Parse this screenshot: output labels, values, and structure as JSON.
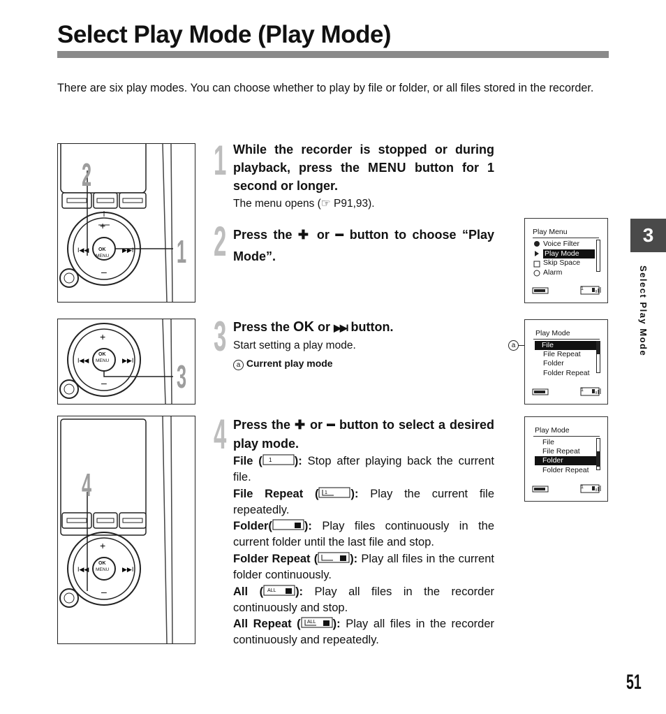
{
  "title": "Select Play Mode (Play Mode)",
  "intro": "There are six play modes. You can choose whether to play by file or folder, or all files stored in the recorder.",
  "figure_labels": {
    "fig1_top": "2",
    "fig1_right": "1",
    "fig2": "3",
    "fig3": "4",
    "ok": "OK",
    "menu": "MENU"
  },
  "steps": [
    {
      "num": "1",
      "heading_before": "While the recorder is stopped or during playback, press the ",
      "heading_key": "MENU",
      "heading_after": " button for 1 second or longer.",
      "note": "The menu opens (☞ P91,93)."
    },
    {
      "num": "2",
      "heading_before": "Press the ",
      "plus": "✚",
      "or": " or ",
      "minus": "▬",
      "heading_after": " button to choose “Play Mode”."
    },
    {
      "num": "3",
      "heading_before": "Press the ",
      "heading_key": "OK",
      "or": " or ",
      "ffw": "▶▶I",
      "heading_after": " button.",
      "note": "Start setting a play mode.",
      "callout_letter": "a",
      "callout_text": "Current play mode"
    },
    {
      "num": "4",
      "heading_before": "Press the ",
      "plus": "✚",
      "or": " or ",
      "minus": "▬",
      "heading_after": " button to select a desired play mode."
    }
  ],
  "modes": [
    {
      "name": "File",
      "desc": "Stop after playing back the current file."
    },
    {
      "name": "File Repeat",
      "desc": "Play the current file repeatedly."
    },
    {
      "name": "Folder",
      "desc": "Play files continuously in the current folder until the last file and stop."
    },
    {
      "name": "Folder Repeat",
      "desc": "Play all files in the current folder continuously."
    },
    {
      "name": "All",
      "desc": "Play all files in the recorder continuously and stop."
    },
    {
      "name": "All Repeat",
      "desc": "Play all files in the recorder continuously and repeatedly."
    }
  ],
  "screen1": {
    "title": "Play Menu",
    "items": [
      "Voice Filter",
      "Play Mode",
      "Skip Space",
      "Alarm"
    ],
    "selected": 1,
    "counter": "1"
  },
  "screen2": {
    "title": "Play Mode",
    "items": [
      "File",
      "File Repeat",
      "Folder",
      "Folder Repeat"
    ],
    "selected": 0,
    "counter": "1",
    "callout": "a"
  },
  "screen3": {
    "title": "Play Mode",
    "items": [
      "File",
      "File Repeat",
      "Folder",
      "Folder Repeat"
    ],
    "selected": 2,
    "counter": "1"
  },
  "icon_text": {
    "file": "1",
    "all": "ALL"
  },
  "side_tab": "3",
  "side_label": "Select Play Mode",
  "page_number": "51"
}
